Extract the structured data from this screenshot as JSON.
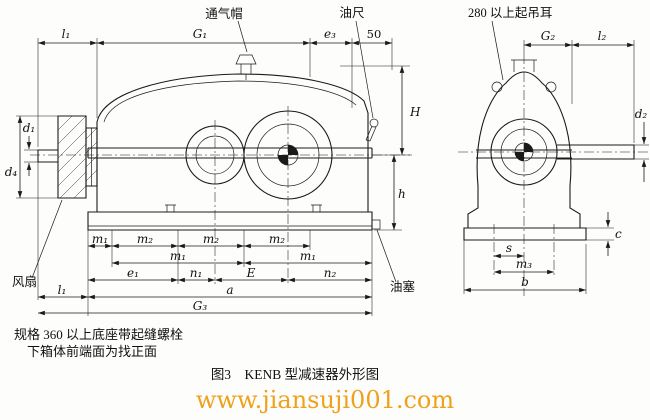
{
  "callouts": {
    "breather_cap": "通气帽",
    "oil_dipstick": "油尺",
    "lifting_lug": "280 以上起吊耳",
    "fan": "风扇",
    "oil_plug": "油塞"
  },
  "dims": {
    "l1": "l₁",
    "G1": "G₁",
    "e3": "e₃",
    "fifty": "50",
    "H": "H",
    "h": "h",
    "d1": "d₁",
    "d4": "d₄",
    "m1": "m₁",
    "m2": "m₂",
    "e1": "e₁",
    "n1": "n₁",
    "E": "E",
    "n2": "n₂",
    "a": "a",
    "G3": "G₃",
    "G2": "G₂",
    "l2": "l₂",
    "d2": "d₂",
    "c": "c",
    "s": "s",
    "m3": "m₃",
    "b": "b"
  },
  "notes": {
    "line1": "规格 360 以上底座带起缝螺栓",
    "line2": "下箱体前端面为找正面"
  },
  "caption": "图3　KENB 型减速器外形图",
  "watermark": "www.jiansuji001.com",
  "colors": {
    "watermark": "#f0a11c",
    "ink": "#1a1a1a"
  }
}
